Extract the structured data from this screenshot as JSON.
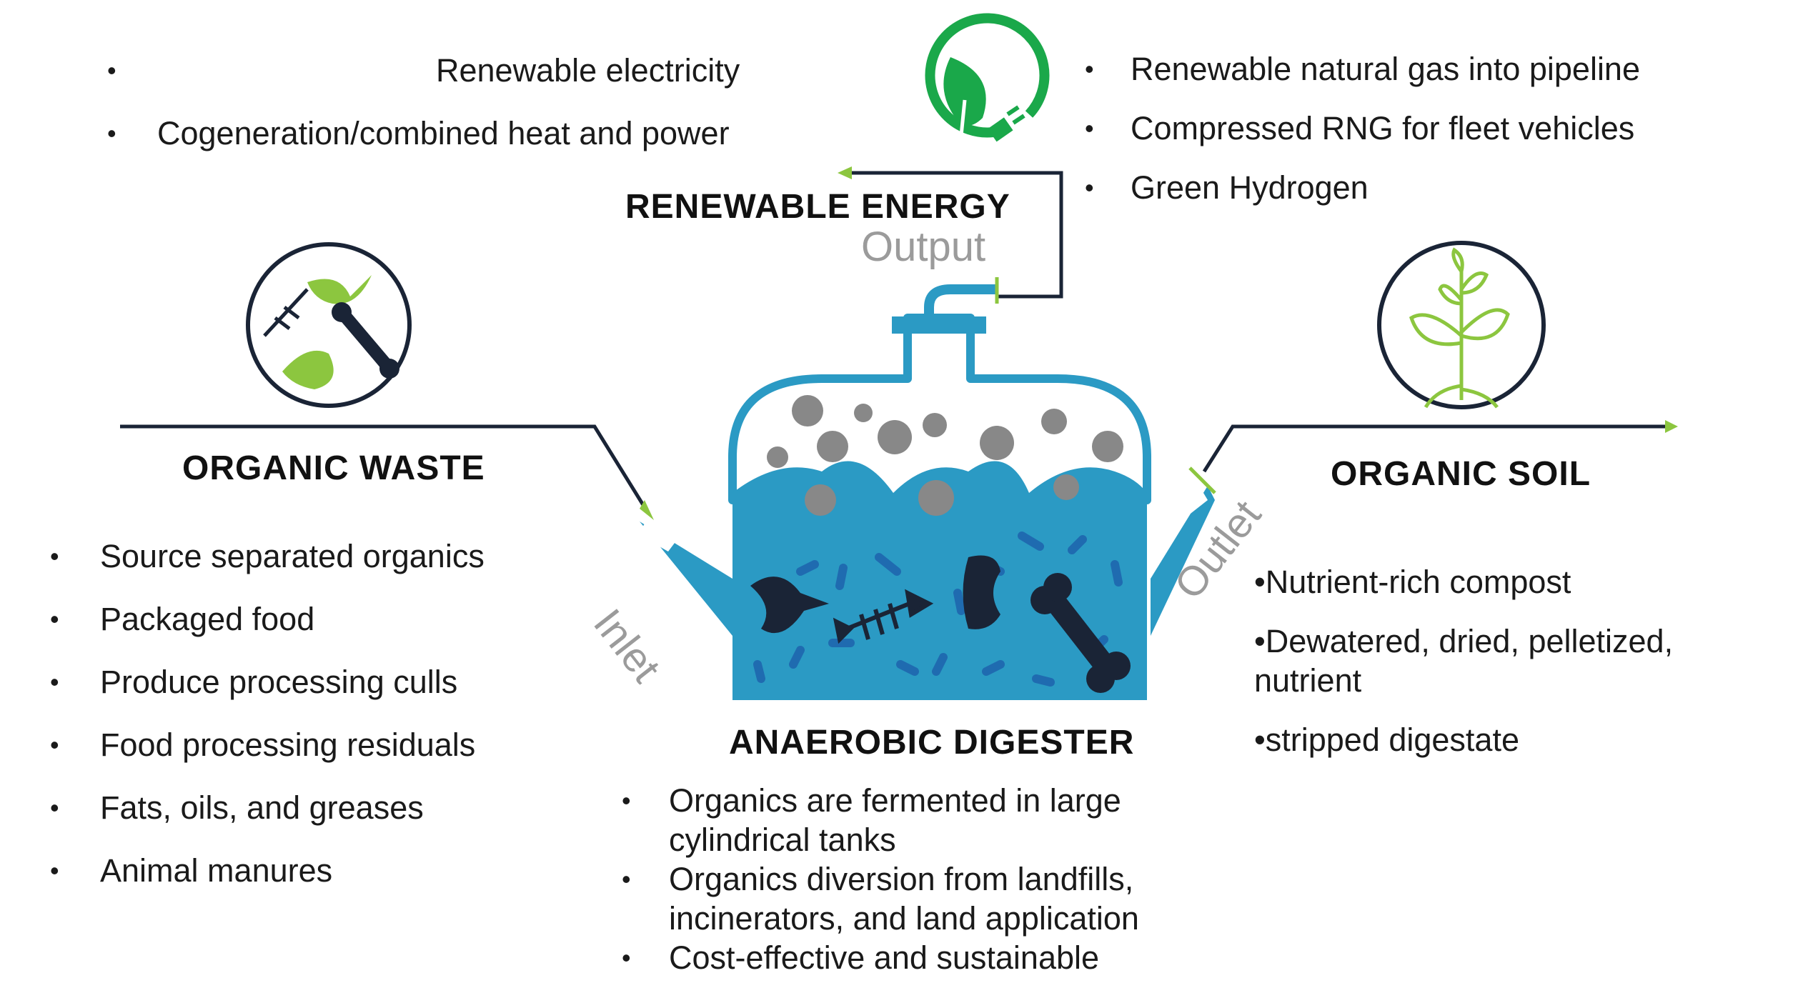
{
  "renewable_energy": {
    "heading": "RENEWABLE ENERGY",
    "output_label": "Output",
    "left_bullets": [
      "Renewable electricity",
      "Cogeneration/combined heat and power"
    ],
    "right_bullets": [
      "Renewable natural gas into pipeline",
      "Compressed RNG for fleet vehicles",
      "Green Hydrogen"
    ]
  },
  "organic_waste": {
    "heading": "ORGANIC WASTE",
    "bullets": [
      "Source separated organics",
      "Packaged food",
      "Produce processing culls",
      "Food processing residuals",
      "Fats, oils, and greases",
      "Animal manures"
    ]
  },
  "digester": {
    "heading": "ANAEROBIC DIGESTER",
    "inlet_label": "Inlet",
    "outlet_label": "Outlet",
    "bullets": [
      "Organics are fermented in large cylindrical tanks",
      "Organics diversion from landfills, incinerators, and land application",
      "Cost-effective and sustainable"
    ]
  },
  "organic_soil": {
    "heading": "ORGANIC SOIL",
    "bullets": [
      "•Nutrient-rich  compost",
      "•Dewatered, dried, pelletized, nutrient",
      "•stripped digestate"
    ]
  },
  "colors": {
    "tank_blue": "#2b9ac4",
    "bubble_gray": "#888888",
    "accent_green": "#8cc63f",
    "leaf_green": "#1aa84a",
    "line_navy": "#1a2436",
    "label_gray": "#9b9b9b"
  },
  "icons": [
    "organic-waste-icon",
    "plant-icon",
    "green-energy-plug-icon",
    "fish-bone-icon",
    "bone-icon",
    "apple-core-icon",
    "fish-icon",
    "bacteria-icon"
  ]
}
